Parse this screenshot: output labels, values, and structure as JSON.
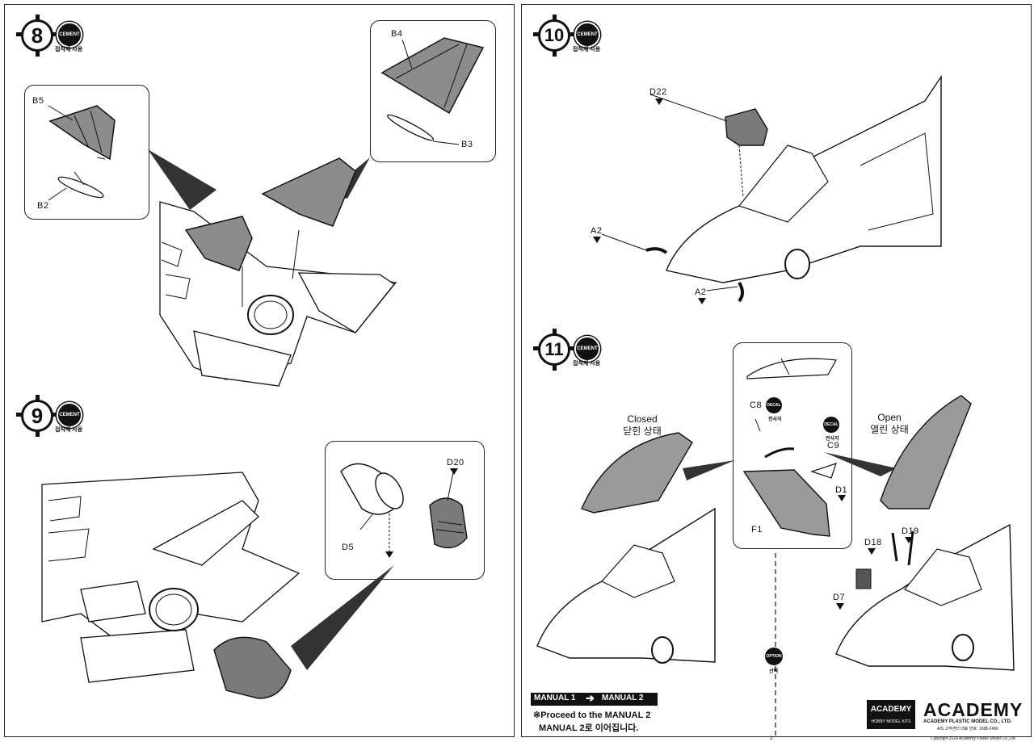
{
  "left_panel": {
    "step8": {
      "number": "8",
      "cement_badge": "CEMENT",
      "cement_ko": "접착제 사용",
      "labels": [
        "B5",
        "B2",
        "B4",
        "B3"
      ]
    },
    "step9": {
      "number": "9",
      "cement_badge": "CEMENT",
      "cement_ko": "접착제 사용",
      "labels": [
        "D5",
        "D20"
      ]
    }
  },
  "right_panel": {
    "step10": {
      "number": "10",
      "cement_badge": "CEMENT",
      "cement_ko": "접착제 사용",
      "labels": [
        "D22",
        "A2",
        "A2"
      ]
    },
    "step11": {
      "number": "11",
      "cement_badge": "CEMENT",
      "cement_ko": "접착제 사용",
      "closed_en": "Closed",
      "closed_ko": "닫힌 상태",
      "open_en": "Open",
      "open_ko": "열린 상태",
      "labels": [
        "C8",
        "C9",
        "D1",
        "F1",
        "D18",
        "D19",
        "D7"
      ],
      "decal_badge": "DECAL",
      "decal_ko": "전사지",
      "option_badge": "OPTION",
      "option_ko": "선택"
    }
  },
  "footer": {
    "manual1": "MANUAL 1",
    "manual2": "MANUAL 2",
    "proceed_en": "※Proceed to the MANUAL 2",
    "proceed_ko": "MANUAL 2로 이어집니다.",
    "academy_box": "ACADEMY",
    "academy_box_sub": "HOBBY MODEL KITS",
    "brand": "ACADEMY",
    "brand_sub": "ACADEMY PLASTIC MODEL CO., LTD.",
    "brand_sub2": "A/S 고객센터 대표 번호: 1588-2406",
    "copyright": "Copyright 2024 Academy Plastic Model Co.,Ltd.",
    "page": "2"
  }
}
